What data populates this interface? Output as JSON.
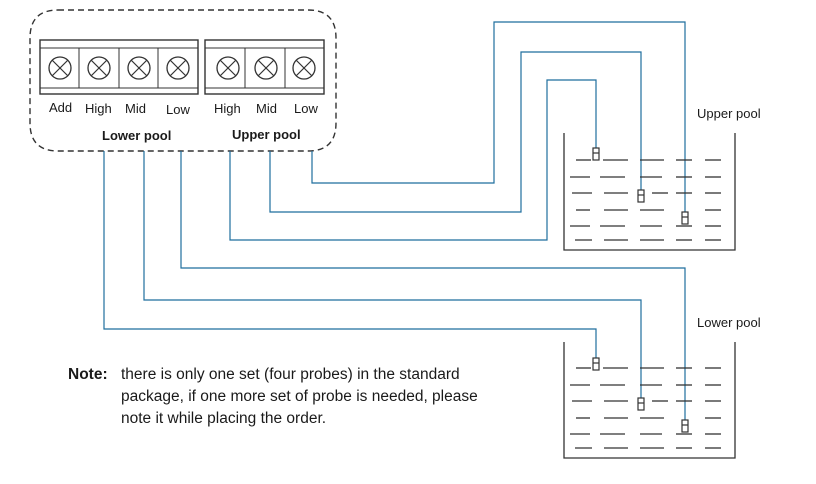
{
  "terminal_block": {
    "lower_pool_terminals": [
      "Add",
      "High",
      "Mid",
      "Low"
    ],
    "upper_pool_terminals": [
      "High",
      "Mid",
      "Low"
    ],
    "lower_pool_group": "Lower pool",
    "upper_pool_group": "Upper pool"
  },
  "pools": {
    "upper": "Upper pool",
    "lower": "Lower pool"
  },
  "note": {
    "key": "Note:",
    "text": "there is only one set (four probes) in the standard package, if one more set of probe is needed, please note it while placing the order."
  },
  "colors": {
    "wire": "#1f6e9e",
    "outline": "#333333"
  }
}
